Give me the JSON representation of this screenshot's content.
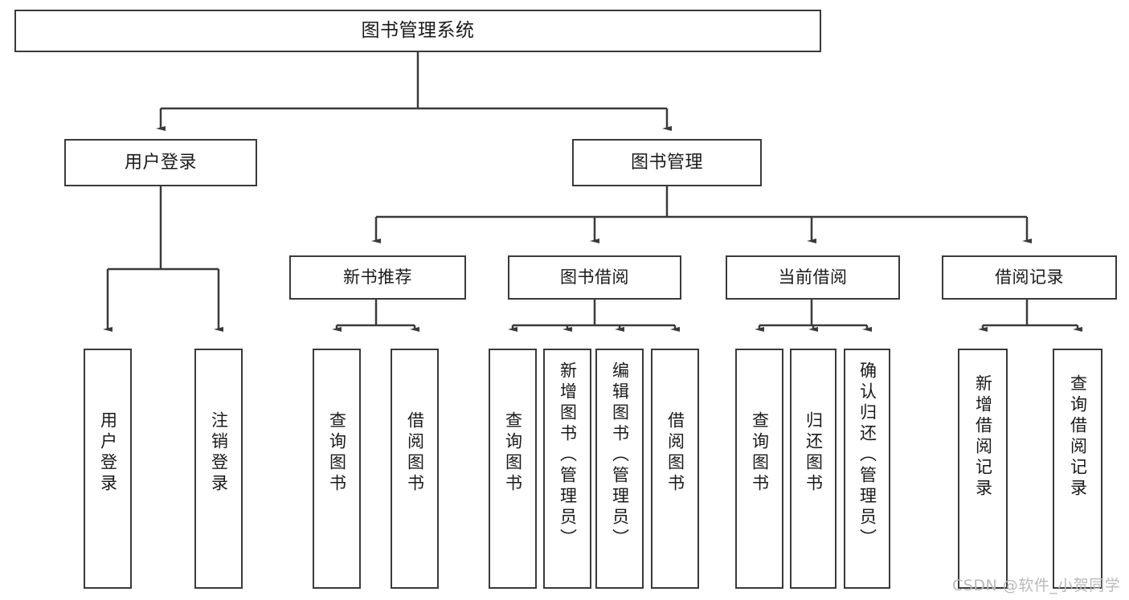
{
  "diagram": {
    "title": "图书管理系统",
    "type": "tree-hierarchy",
    "root": {
      "label": "图书管理系统"
    },
    "level1": [
      {
        "label": "用户登录"
      },
      {
        "label": "图书管理"
      }
    ],
    "level2": [
      {
        "label": "新书推荐"
      },
      {
        "label": "图书借阅"
      },
      {
        "label": "当前借阅"
      },
      {
        "label": "借阅记录"
      }
    ],
    "leaves": [
      {
        "label": "用户登录"
      },
      {
        "label": "注销登录"
      },
      {
        "label": "查询图书"
      },
      {
        "label": "借阅图书"
      },
      {
        "label": "查询图书"
      },
      {
        "label": "新增图书（管理员）"
      },
      {
        "label": "编辑图书（管理员）"
      },
      {
        "label": "借阅图书"
      },
      {
        "label": "查询图书"
      },
      {
        "label": "归还图书"
      },
      {
        "label": "确认归还（管理员）"
      },
      {
        "label": "新增借阅记录"
      },
      {
        "label": "查询借阅记录"
      }
    ]
  },
  "watermark": {
    "text": "CSDN @软件_小贺同学"
  },
  "colors": {
    "stroke": "#3a3a3a",
    "background": "#ffffff",
    "text": "#1a1a1a",
    "watermark": "#b9b9b9"
  }
}
